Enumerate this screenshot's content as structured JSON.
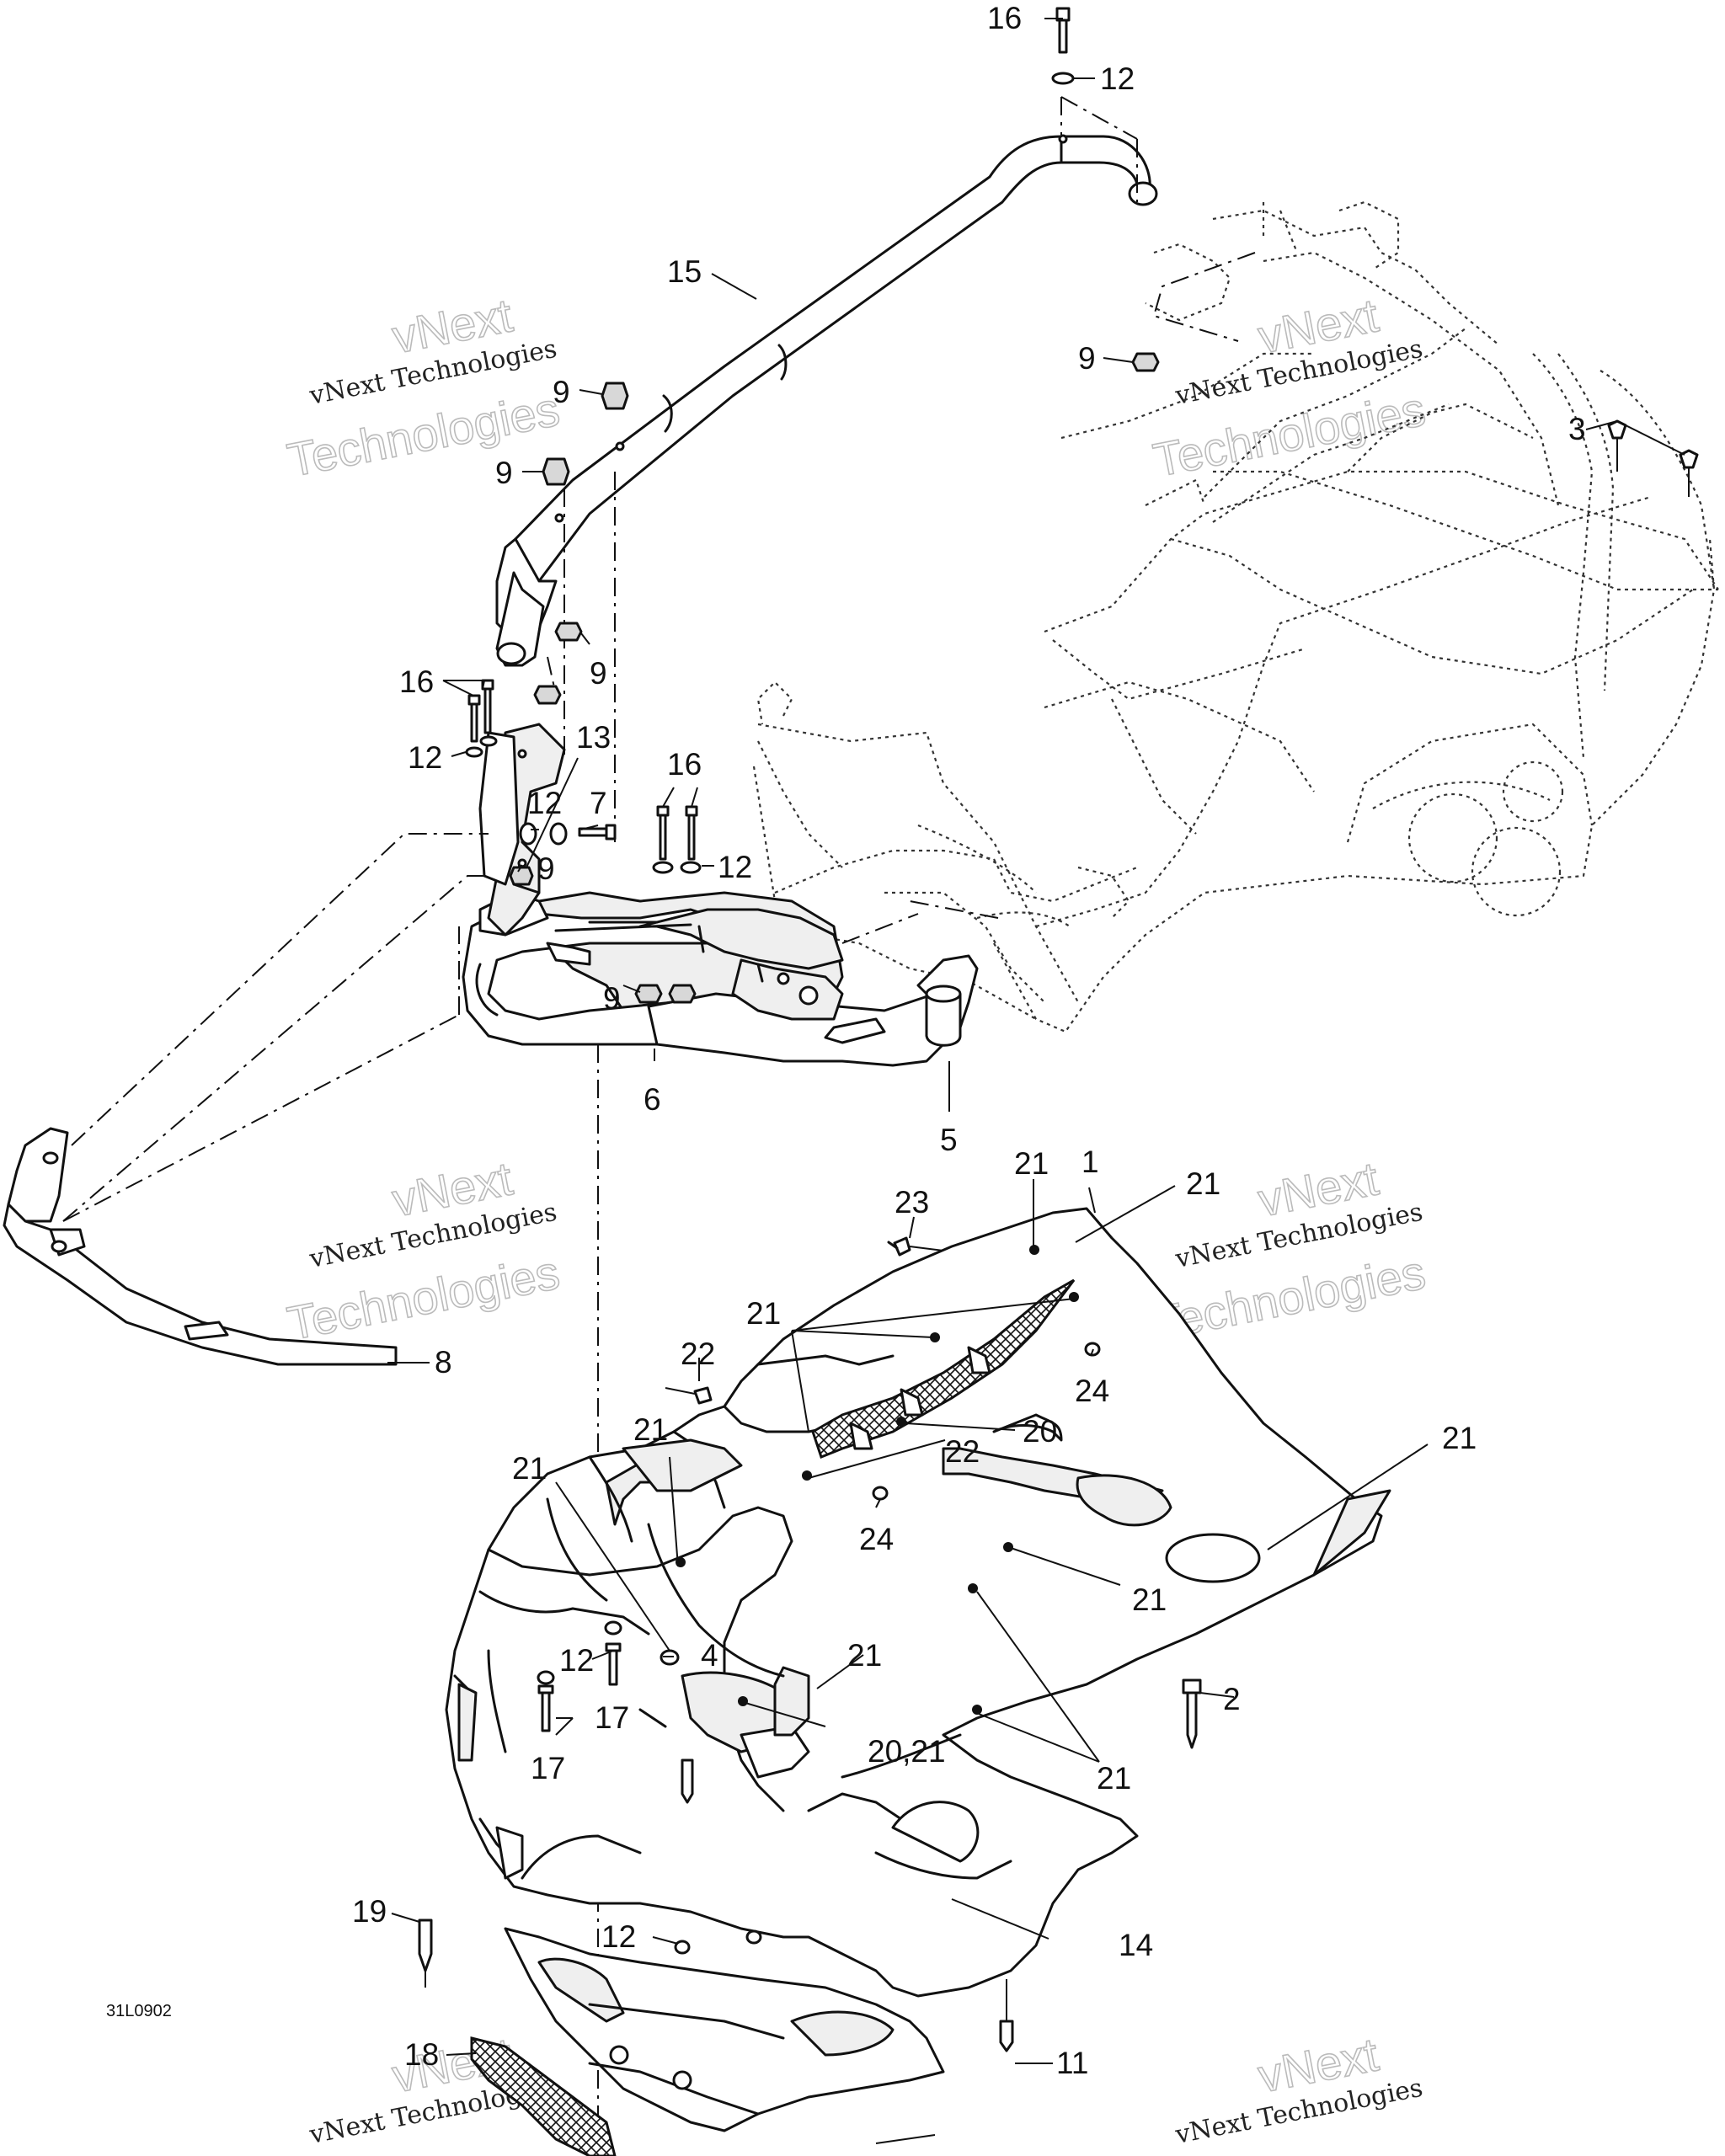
{
  "diagram": {
    "drawing_code": "31L0902",
    "watermark": {
      "line1": "vNext Technologies",
      "line2": "vNext",
      "line3": "Technologies"
    },
    "callouts": [
      {
        "id": "c16a",
        "label": "16"
      },
      {
        "id": "c12a",
        "label": "12"
      },
      {
        "id": "c15",
        "label": "15"
      },
      {
        "id": "c9a",
        "label": "9"
      },
      {
        "id": "c9b",
        "label": "9"
      },
      {
        "id": "c9c",
        "label": "9"
      },
      {
        "id": "c3",
        "label": "3"
      },
      {
        "id": "c9d",
        "label": "9"
      },
      {
        "id": "c16b",
        "label": "16"
      },
      {
        "id": "c12b",
        "label": "12"
      },
      {
        "id": "c13",
        "label": "13"
      },
      {
        "id": "c12c",
        "label": "12"
      },
      {
        "id": "c7",
        "label": "7"
      },
      {
        "id": "c9e",
        "label": "9"
      },
      {
        "id": "c16c",
        "label": "16"
      },
      {
        "id": "c12d",
        "label": "12"
      },
      {
        "id": "c9f",
        "label": "9"
      },
      {
        "id": "c6",
        "label": "6"
      },
      {
        "id": "c5",
        "label": "5"
      },
      {
        "id": "c21a",
        "label": "21"
      },
      {
        "id": "c1",
        "label": "1"
      },
      {
        "id": "c21b",
        "label": "21"
      },
      {
        "id": "c23",
        "label": "23"
      },
      {
        "id": "c21c",
        "label": "21"
      },
      {
        "id": "c24a",
        "label": "24"
      },
      {
        "id": "c8",
        "label": "8"
      },
      {
        "id": "c22a",
        "label": "22"
      },
      {
        "id": "c20",
        "label": "20"
      },
      {
        "id": "c22b",
        "label": "22"
      },
      {
        "id": "c21d",
        "label": "21"
      },
      {
        "id": "c21e",
        "label": "21"
      },
      {
        "id": "c21f",
        "label": "21"
      },
      {
        "id": "c24b",
        "label": "24"
      },
      {
        "id": "c21g",
        "label": "21"
      },
      {
        "id": "c4",
        "label": "4"
      },
      {
        "id": "c12e",
        "label": "12"
      },
      {
        "id": "c21h",
        "label": "21"
      },
      {
        "id": "c2",
        "label": "2"
      },
      {
        "id": "c17a",
        "label": "17"
      },
      {
        "id": "c17b",
        "label": "17"
      },
      {
        "id": "c2021",
        "label": "20,21"
      },
      {
        "id": "c21i",
        "label": "21"
      },
      {
        "id": "c19",
        "label": "19"
      },
      {
        "id": "c12f",
        "label": "12"
      },
      {
        "id": "c14",
        "label": "14"
      },
      {
        "id": "c18",
        "label": "18"
      },
      {
        "id": "c11",
        "label": "11"
      }
    ]
  }
}
